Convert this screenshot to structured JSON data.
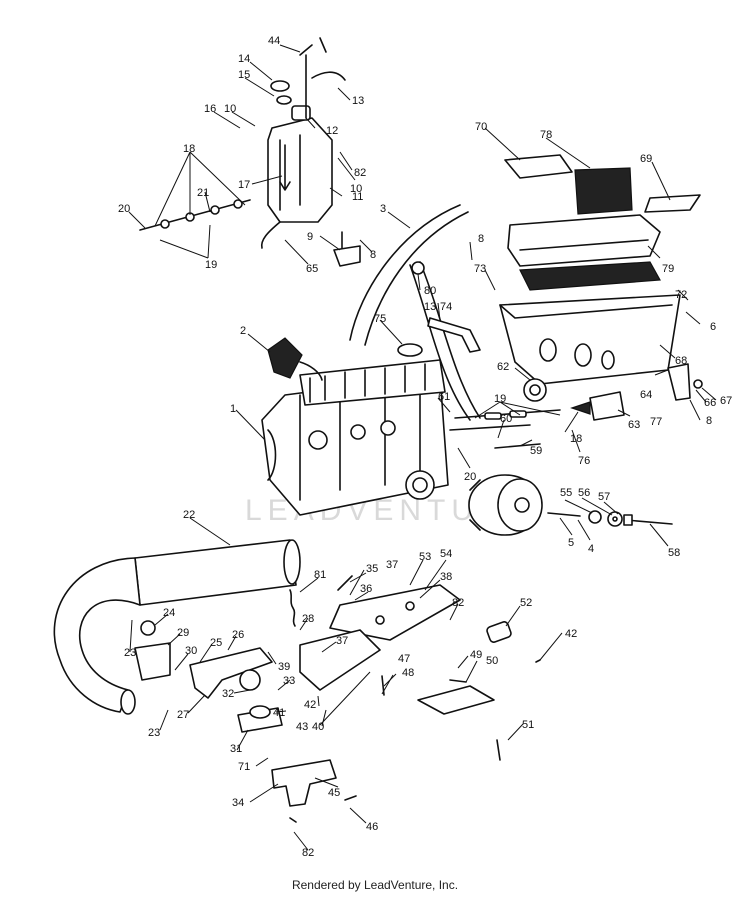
{
  "footer_text": "Rendered by LeadVenture, Inc.",
  "watermark_text": "LEADVENTURE",
  "callouts": [
    "44",
    "14",
    "13",
    "15",
    "12",
    "16",
    "10",
    "82",
    "10",
    "18",
    "17",
    "11",
    "21",
    "20",
    "19",
    "9",
    "8",
    "65",
    "3",
    "70",
    "78",
    "69",
    "8",
    "73",
    "80",
    "79",
    "13",
    "74",
    "72",
    "6",
    "75",
    "2",
    "68",
    "62",
    "64",
    "1",
    "61",
    "19",
    "60",
    "66",
    "67",
    "18",
    "63",
    "77",
    "8",
    "76",
    "20",
    "59",
    "55",
    "56",
    "57",
    "5",
    "4",
    "58",
    "22",
    "35",
    "37",
    "53",
    "54",
    "36",
    "38",
    "81",
    "28",
    "82",
    "52",
    "24",
    "29",
    "23",
    "30",
    "25",
    "26",
    "37",
    "42",
    "39",
    "33",
    "49",
    "50",
    "32",
    "27",
    "47",
    "48",
    "41",
    "40",
    "42",
    "43",
    "23",
    "31",
    "71",
    "51",
    "45",
    "34",
    "46",
    "82"
  ]
}
